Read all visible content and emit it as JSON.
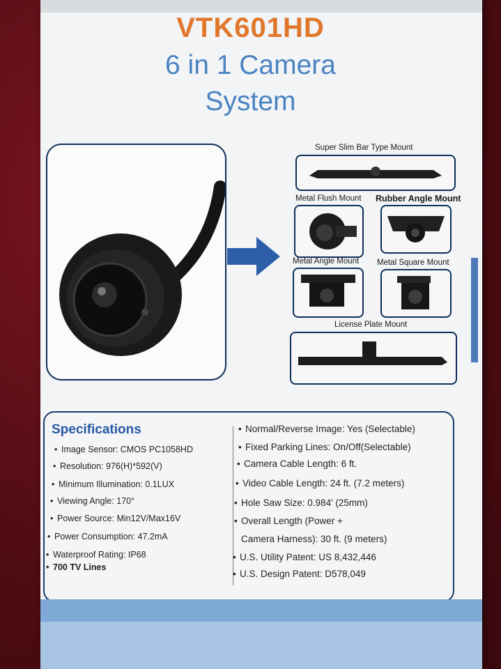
{
  "header": {
    "model": "VTK601HD",
    "subtitle_line1": "6 in 1 Camera",
    "subtitle_line2": "System"
  },
  "mounts": [
    {
      "label": "Super Slim Bar Type Mount"
    },
    {
      "label": "Metal Flush Mount"
    },
    {
      "label": "Rubber Angle Mount"
    },
    {
      "label": "Metal Angle Mount"
    },
    {
      "label": "Metal Square Mount"
    },
    {
      "label": "License  Plate Mount"
    }
  ],
  "specs": {
    "title": "Specifications",
    "left": [
      "Image Sensor: CMOS PC1058HD",
      "Resolution: 976(H)*592(V)",
      "Minimum Illumination: 0.1LUX",
      "Viewing Angle: 170°",
      "Power Source: Min12V/Max16V",
      "Power Consumption: 47.2mA",
      "Waterproof Rating: IP68",
      "700 TV Lines"
    ],
    "right": [
      "Normal/Reverse Image: Yes (Selectable)",
      "Fixed Parking Lines: On/Off(Selectable)",
      "Camera Cable Length: 6 ft.",
      "Video Cable Length: 24 ft. (7.2 meters)",
      "Hole Saw Size: 0.984' (25mm)",
      "Overall Length (Power +",
      "Camera Harness): 30 ft. (9 meters)",
      "U.S. Utility Patent: US 8,432,446",
      "U.S. Design Patent: D578,049"
    ]
  },
  "colors": {
    "model": "#e0772b",
    "subtitle": "#4a83c2",
    "frame": "#0e2e5a",
    "spec_title": "#2657a3",
    "arrow": "#2d5fa8"
  }
}
